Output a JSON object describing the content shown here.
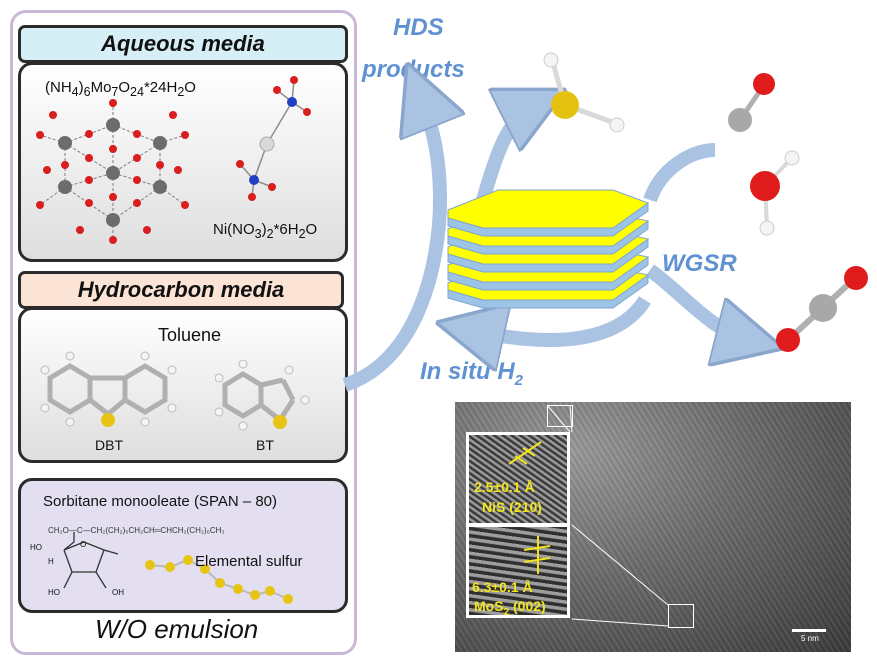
{
  "left_panel": {
    "aqueous_header": "Aqueous media",
    "hydrocarbon_header": "Hydrocarbon media",
    "emulsion_label": "W/O emulsion",
    "aqueous": {
      "formula_1": {
        "a": "(NH",
        "s1": "4",
        "b": ")",
        "s2": "6",
        "c": "Mo",
        "s3": "7",
        "d": "O",
        "s4": "24",
        "e": "*24H",
        "s5": "2",
        "f": "O"
      },
      "formula_2": {
        "a": "Ni(NO",
        "s1": "3",
        "b": ")",
        "s2": "2",
        "c": "*6H",
        "s3": "2",
        "d": "O"
      }
    },
    "hydrocarbon": {
      "solvent": "Toluene",
      "molecule_1": "DBT",
      "molecule_2": "BT"
    },
    "surfactant": {
      "name": "Sorbitane monooleate (SPAN – 80)",
      "chain": "CH₂O—C—CH₂(CH₂)₅CH₂CH═CHCH₂(CH₂)₆CH₃",
      "ho": "HO",
      "h": "H",
      "o": "O",
      "oh1": "HO",
      "oh2": "OH",
      "sulfur": "Elemental sulfur"
    }
  },
  "right_panel": {
    "hds_line1": "HDS",
    "hds_line2": "products",
    "wgsr": "WGSR",
    "insitu": {
      "a": "In situ H",
      "sub": "2"
    },
    "tem": {
      "nis_spacing": "2.5±0.1 Å",
      "nis_label": "NiS (210)",
      "mos2_spacing": "6.3±0.1 Å",
      "mos2_label": {
        "a": "MoS",
        "sub": "2",
        "b": " (002)"
      },
      "scale": "5 nm"
    }
  },
  "colors": {
    "aqueous_fill": "#d6eef5",
    "hydrocarbon_fill": "#fbe4d5",
    "panel_fill_grey": "#e6e6e6",
    "panel_fill_purple": "#e4dff0",
    "label_blue": "#5f92d3",
    "arrow_blue": "#aac3e3",
    "layer_yellow": "#ffff00",
    "layer_blue": "#9dc3e6",
    "tem_label_yellow": "#f2e51d"
  }
}
